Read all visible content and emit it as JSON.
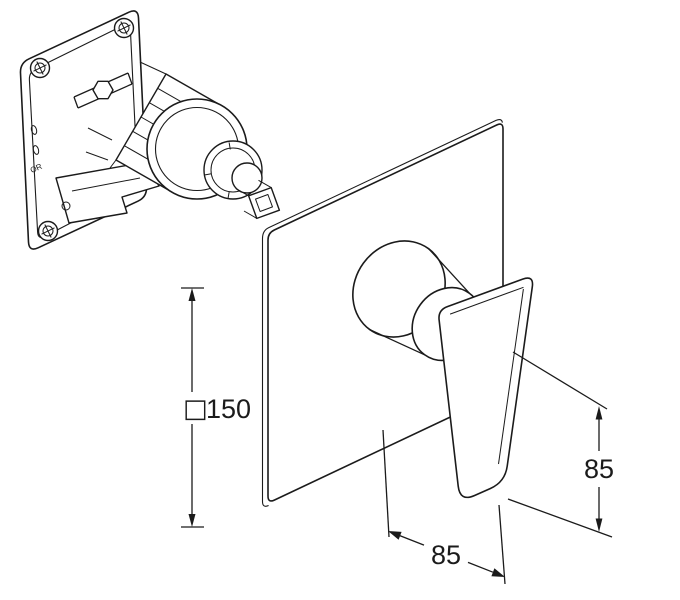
{
  "colors": {
    "line": "#1b1b1b",
    "background": "#ffffff"
  },
  "drawing": {
    "dimensions": {
      "plate_size": {
        "symbol": "□",
        "value": "150"
      },
      "plate_width": {
        "value": "85"
      },
      "handle_drop": {
        "value": "85"
      }
    },
    "markings": {
      "body_stamp": "OR"
    }
  }
}
